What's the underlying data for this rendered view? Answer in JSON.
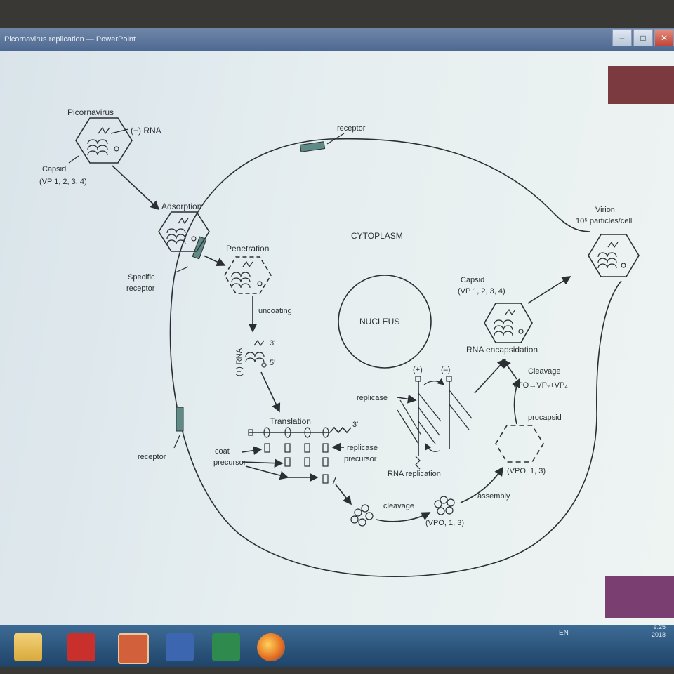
{
  "window": {
    "title": "Picornavirus replication — PowerPoint",
    "buttons": {
      "minimize": "–",
      "maximize": "□",
      "close": "✕"
    }
  },
  "diagram": {
    "virus_title": "Picornavirus",
    "plus_rna": "(+) RNA",
    "capsid_label": "Capsid",
    "capsid_vp": "(VP 1, 2, 3, 4)",
    "adsorption": "Adsorption",
    "specific_receptor_line1": "Specific",
    "specific_receptor_line2": "receptor",
    "receptor_top": "receptor",
    "receptor_left": "receptor",
    "cytoplasm": "CYTOPLASM",
    "nucleus": "NUCLEUS",
    "penetration": "Penetration",
    "uncoating": "uncoating",
    "plus_rna_vertical": "(+) RNA",
    "three_prime": "3'",
    "five_prime": "5'",
    "translation": "Translation",
    "translation_3prime": "3'",
    "coat_line1": "coat",
    "coat_line2": "precursor",
    "replicase_precursor_line1": "replicase",
    "replicase_precursor_line2": "precursor",
    "replicase": "replicase",
    "plus_strand": "(+)",
    "minus_strand": "(–)",
    "rna_replication": "RNA replication",
    "cleavage_bottom": "cleavage",
    "vpo_bottom": "(VPO, 1, 3)",
    "assembly": "assembly",
    "procapsid": "procapsid",
    "vpo_procapsid": "(VPO, 1, 3)",
    "cleavage_right": "Cleavage",
    "vpo_reaction": "VPO→VP₂+VP₄",
    "rna_encapsidation": "RNA encapsidation",
    "capsid_right_label": "Capsid",
    "capsid_right_vp": "(VP 1, 2, 3, 4)",
    "virion": "Virion",
    "virion_count": "10⁵ particles/cell"
  },
  "taskbar": {
    "apps": [
      "folder-icon",
      "acrobat-icon",
      "powerpoint-icon",
      "word-icon",
      "excel-icon",
      "firefox-icon"
    ],
    "language": "EN",
    "clock_time": "9:25",
    "clock_date": "2018"
  },
  "colors": {
    "screen_bg": "#e6eef0",
    "line": "#2b2f33",
    "receptor_fill": "#5f8a86",
    "taskbar": "#2c5680"
  }
}
